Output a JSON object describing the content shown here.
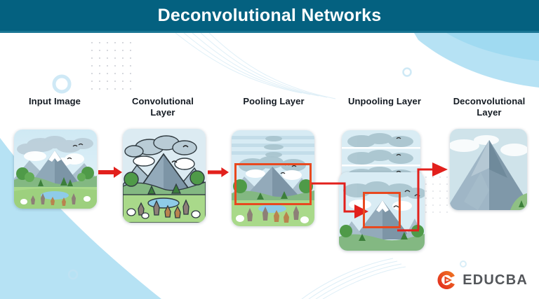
{
  "header": {
    "title": "Deconvolutional Networks",
    "bg_color": "#046180",
    "title_color": "#ffffff"
  },
  "theme": {
    "accent_red": "#e2201c",
    "accent_orange": "#e8491f",
    "label_color": "#131a22",
    "decor_blue": "#a9ddf2",
    "dot_color": "#c9ccd2"
  },
  "pipeline": {
    "stages": [
      {
        "id": "input-image",
        "label": "Input Image",
        "label_lines": [
          "Input Image"
        ]
      },
      {
        "id": "convolutional-layer",
        "label": "Convolutional Layer",
        "label_lines": [
          "Convolutional",
          "Layer"
        ]
      },
      {
        "id": "pooling-layer",
        "label": "Pooling Layer",
        "label_lines": [
          "Pooling Layer"
        ]
      },
      {
        "id": "unpooling-layer",
        "label": "Unpooling Layer",
        "label_lines": [
          "Unpooling Layer"
        ]
      },
      {
        "id": "deconvolutional-layer",
        "label": "Deconvolutional Layer",
        "label_lines": [
          "Deconvolutional",
          "Layer"
        ]
      }
    ]
  },
  "scene": {
    "description": "flat-illustration mountain landscape with clouds, birds, trees, pond and deer",
    "sky": "#cfe8f2",
    "cloud": "#ffffff",
    "cloud_shade": "#a8c4ce",
    "mountain_light": "#9fb6c6",
    "mountain_dark": "#6d8898",
    "hill_green": "#8bbf7f",
    "grass": "#a8d98a",
    "water": "#8ecbe8"
  },
  "logo": {
    "name": "EDUCBA",
    "mark": "educba-play-mark",
    "mark_color_start": "#e1241f",
    "mark_color_end": "#f07a22",
    "text_color": "#53565a"
  },
  "icons": {
    "arrow": "arrow-right-icon",
    "elbow": "elbow-connector-icon",
    "dots": "dot-grid-icon",
    "selection": "selection-box-icon"
  }
}
